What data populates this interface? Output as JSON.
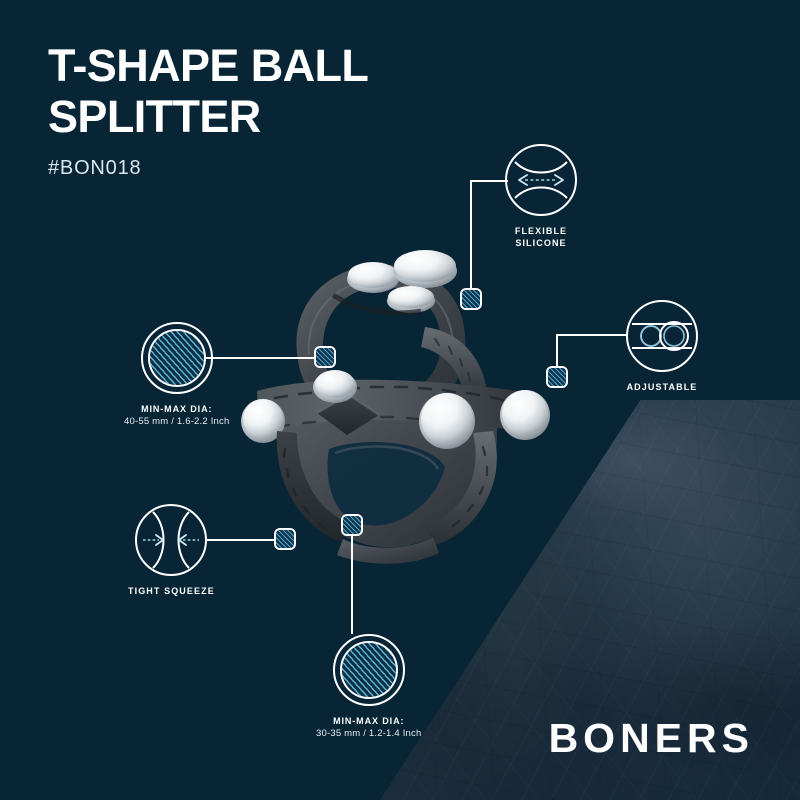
{
  "page": {
    "background_color": "#082536",
    "accent_color": "#5fb8cf",
    "text_color": "#ffffff"
  },
  "header": {
    "title_line_1": "T-SHAPE BALL",
    "title_line_2": "SPLITTER",
    "sku": "#BON018"
  },
  "brand": {
    "logo_text": "BONERS"
  },
  "product": {
    "name": "t-shape-ball-splitter",
    "material_color": "#4a5157",
    "hardware_color": "#e9edef"
  },
  "callouts": [
    {
      "id": "min-max-dia-upper",
      "icon": "diameter-hatched-circle-icon",
      "label": "MIN-MAX DIA:",
      "sub": "40-55 mm / 1.6-2.2 Inch",
      "connector": "horizontal"
    },
    {
      "id": "flexible-silicone",
      "icon": "stretch-arrows-icon",
      "label": "FLEXIBLE\nSILICONE",
      "sub": "",
      "connector": "elbow"
    },
    {
      "id": "adjustable",
      "icon": "two-rings-band-icon",
      "label": "ADJUSTABLE",
      "sub": "",
      "connector": "elbow"
    },
    {
      "id": "tight-squeeze",
      "icon": "squeeze-arrows-icon",
      "label": "TIGHT SQUEEZE",
      "sub": "",
      "connector": "horizontal"
    },
    {
      "id": "min-max-dia-lower",
      "icon": "diameter-hatched-circle-icon",
      "label": "MIN-MAX DIA:",
      "sub": "30-35 mm / 1.2-1.4 Inch",
      "connector": "vertical"
    }
  ]
}
